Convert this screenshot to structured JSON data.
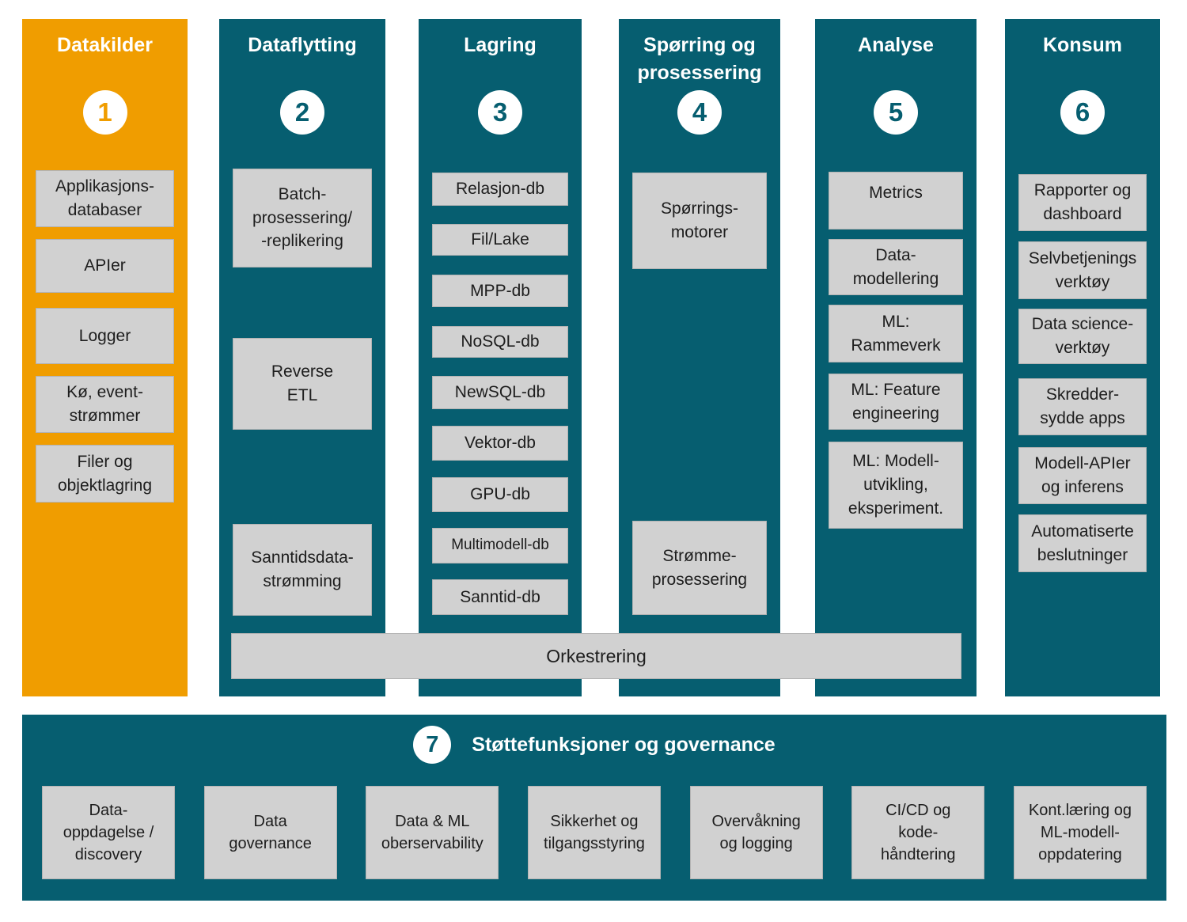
{
  "palette": {
    "accent_orange": "#F09D00",
    "accent_teal": "#065E70",
    "box_gray": "#D1D1D1",
    "box_text": "#1D1D1D",
    "title_text": "#FFFFFF"
  },
  "columns": [
    {
      "number": "1",
      "title": [
        "Datakilder"
      ],
      "items": [
        [
          "Applikasjons-",
          "databaser"
        ],
        [
          "APIer"
        ],
        [
          "Logger"
        ],
        [
          "Kø, event-",
          "strømmer"
        ],
        [
          "Filer og",
          "objektlagring"
        ]
      ]
    },
    {
      "number": "2",
      "title": [
        "Dataflytting"
      ],
      "items": [
        [
          "Batch-",
          "prosessering/",
          "-replikering"
        ],
        [
          "Reverse",
          "ETL"
        ],
        [
          "Sanntidsdata-",
          "strømming"
        ]
      ]
    },
    {
      "number": "3",
      "title": [
        "Lagring"
      ],
      "items": [
        [
          "Relasjon-db"
        ],
        [
          "Fil/Lake"
        ],
        [
          "MPP-db"
        ],
        [
          "NoSQL-db"
        ],
        [
          "NewSQL-db"
        ],
        [
          "Vektor-db"
        ],
        [
          "GPU-db"
        ],
        [
          "Multimodell-db"
        ],
        [
          "Sanntid-db"
        ]
      ]
    },
    {
      "number": "4",
      "title": [
        "Spørring og",
        "prosessering"
      ],
      "items": [
        [
          "Spørrings-",
          "motorer"
        ],
        [
          "Strømme-",
          "prosessering"
        ]
      ]
    },
    {
      "number": "5",
      "title": [
        "Analyse"
      ],
      "items": [
        [
          "Metrics"
        ],
        [
          "Data-",
          "modellering"
        ],
        [
          "ML:",
          "Rammeverk"
        ],
        [
          "ML: Feature",
          "engineering"
        ],
        [
          "ML: Modell-",
          "utvikling,",
          "eksperiment."
        ]
      ]
    },
    {
      "number": "6",
      "title": [
        "Konsum"
      ],
      "items": [
        [
          "Rapporter og",
          "dashboard"
        ],
        [
          "Selvbetjenings",
          "verktøy"
        ],
        [
          "Data science-",
          "verktøy"
        ],
        [
          "Skredder-",
          "sydde apps"
        ],
        [
          "Modell-APIer",
          "og inferens"
        ],
        [
          "Automatiserte",
          "beslutninger"
        ]
      ]
    }
  ],
  "orchestration": {
    "label": "Orkestrering"
  },
  "governance": {
    "number": "7",
    "title": "Støttefunksjoner og governance",
    "items": [
      [
        "Data-",
        "oppdagelse /",
        "discovery"
      ],
      [
        "Data",
        "governance"
      ],
      [
        "Data & ML",
        "oberservability"
      ],
      [
        "Sikkerhet og",
        "tilgangsstyring"
      ],
      [
        "Overvåkning",
        "og logging"
      ],
      [
        "CI/CD og",
        "kode-",
        "håndtering"
      ],
      [
        "Kont.læring og",
        "ML-modell-",
        "oppdatering"
      ]
    ]
  }
}
